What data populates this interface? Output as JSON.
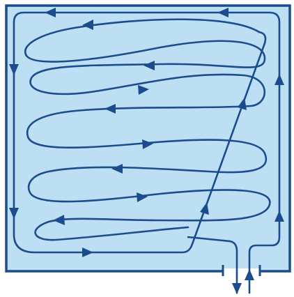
{
  "diagram": {
    "kind": "flow-pattern",
    "colors": {
      "background": "#ffffff",
      "fill": "#bddff3",
      "stroke": "#1a4c8e",
      "arrow": "#1a4c8e"
    },
    "elements": [
      {
        "name": "enclosure-outline",
        "type": "frame"
      },
      {
        "name": "outlet-pipe",
        "type": "pipe",
        "direction": "down"
      },
      {
        "name": "inlet-pipe",
        "type": "pipe",
        "direction": "up"
      },
      {
        "name": "perimeter-flow-path",
        "type": "flow-line"
      },
      {
        "name": "serpentine-flow-path",
        "type": "flow-line"
      },
      {
        "name": "diagonal-return-path",
        "type": "flow-line"
      }
    ]
  }
}
